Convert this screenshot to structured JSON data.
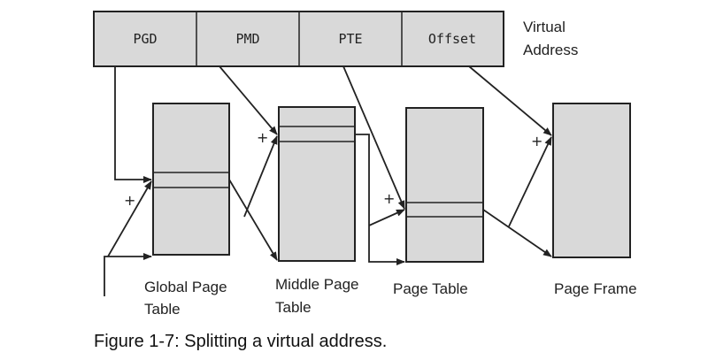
{
  "address_fields": [
    "PGD",
    "PMD",
    "PTE",
    "Offset"
  ],
  "virtual_address_label": [
    "Virtual",
    "Address"
  ],
  "tables": {
    "global": [
      "Global Page",
      "Table"
    ],
    "middle": [
      "Middle Page",
      "Table"
    ],
    "page_table": "Page Table",
    "page_frame": "Page Frame"
  },
  "plus_sign": "+",
  "caption": "Figure 1-7: Splitting a virtual address.",
  "colors": {
    "fill": "#d9d9d9",
    "stroke": "#222222"
  }
}
